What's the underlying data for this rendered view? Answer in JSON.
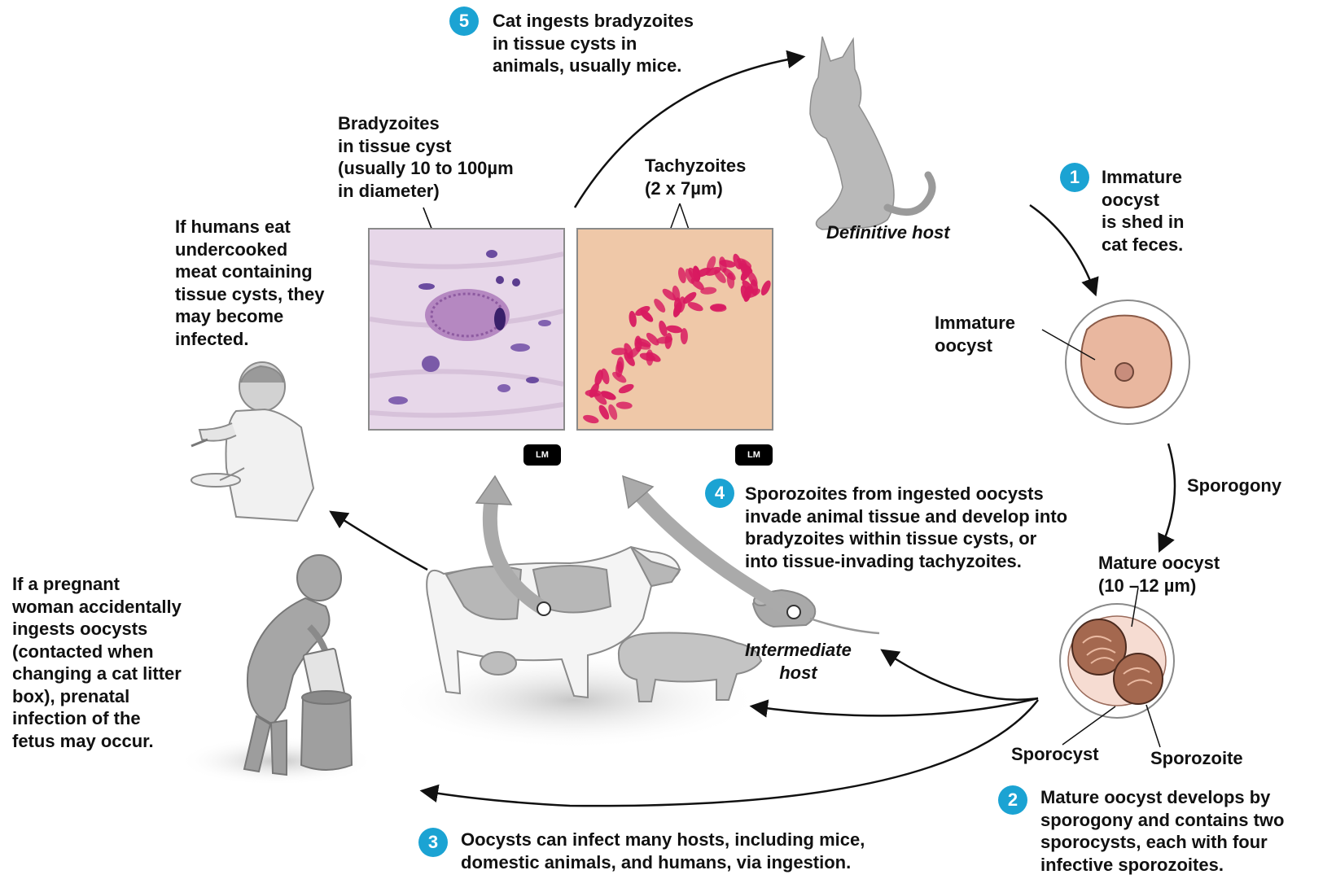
{
  "colors": {
    "step_badge": "#1ba3d3",
    "tissue_panel": "#e7d7e9",
    "tachyzoite_panel": "#efc8a8",
    "tachyzoite": "#d81a60",
    "oocyst": "#e9b79f"
  },
  "steps": [
    {
      "number": "1",
      "text": "Immature\noocyst\nis shed in\ncat feces."
    },
    {
      "number": "2",
      "text": "Mature oocyst develops by\nsporogony and contains two\nsporocysts, each with four\ninfective sporozoites."
    },
    {
      "number": "3",
      "text": "Oocysts can infect many hosts, including mice,\ndomestic animals, and humans, via ingestion."
    },
    {
      "number": "4",
      "text": "Sporozoites from ingested oocysts\ninvade animal tissue and develop into\nbradyzoites within tissue cysts, or\ninto tissue-invading tachyzoites."
    },
    {
      "number": "5",
      "text": "Cat ingests bradyzoites\nin tissue cysts in\nanimals, usually mice."
    }
  ],
  "labels": {
    "bradyzoites": "Bradyzoites\nin tissue cyst\n(usually 10 to 100µm\nin diameter)",
    "tachyzoites": "Tachyzoites\n(2 x 7µm)",
    "definitive_host": "Definitive host",
    "intermediate_host": "Intermediate\nhost",
    "immature_oocyst": "Immature\noocyst",
    "sporogony": "Sporogony",
    "mature_oocyst": "Mature oocyst\n(10 –12 µm)",
    "sporocyst": "Sporocyst",
    "sporozoite": "Sporozoite",
    "humans_eat": "If humans eat\nundercooked\nmeat containing\ntissue cysts, they\nmay become\ninfected.",
    "pregnant_woman": "If a pregnant\nwoman accidentally\ningests oocysts\n(contacted when\nchanging a cat litter\nbox), prenatal\ninfection of the\nfetus may occur."
  },
  "badges": {
    "lm_left": "LM",
    "lm_right": "LM"
  },
  "icons": [
    "cat-icon",
    "cow-icon",
    "pig-icon",
    "mouse-icon",
    "eating-man-icon",
    "pregnant-woman-icon",
    "immature-oocyst-icon",
    "mature-oocyst-icon"
  ]
}
